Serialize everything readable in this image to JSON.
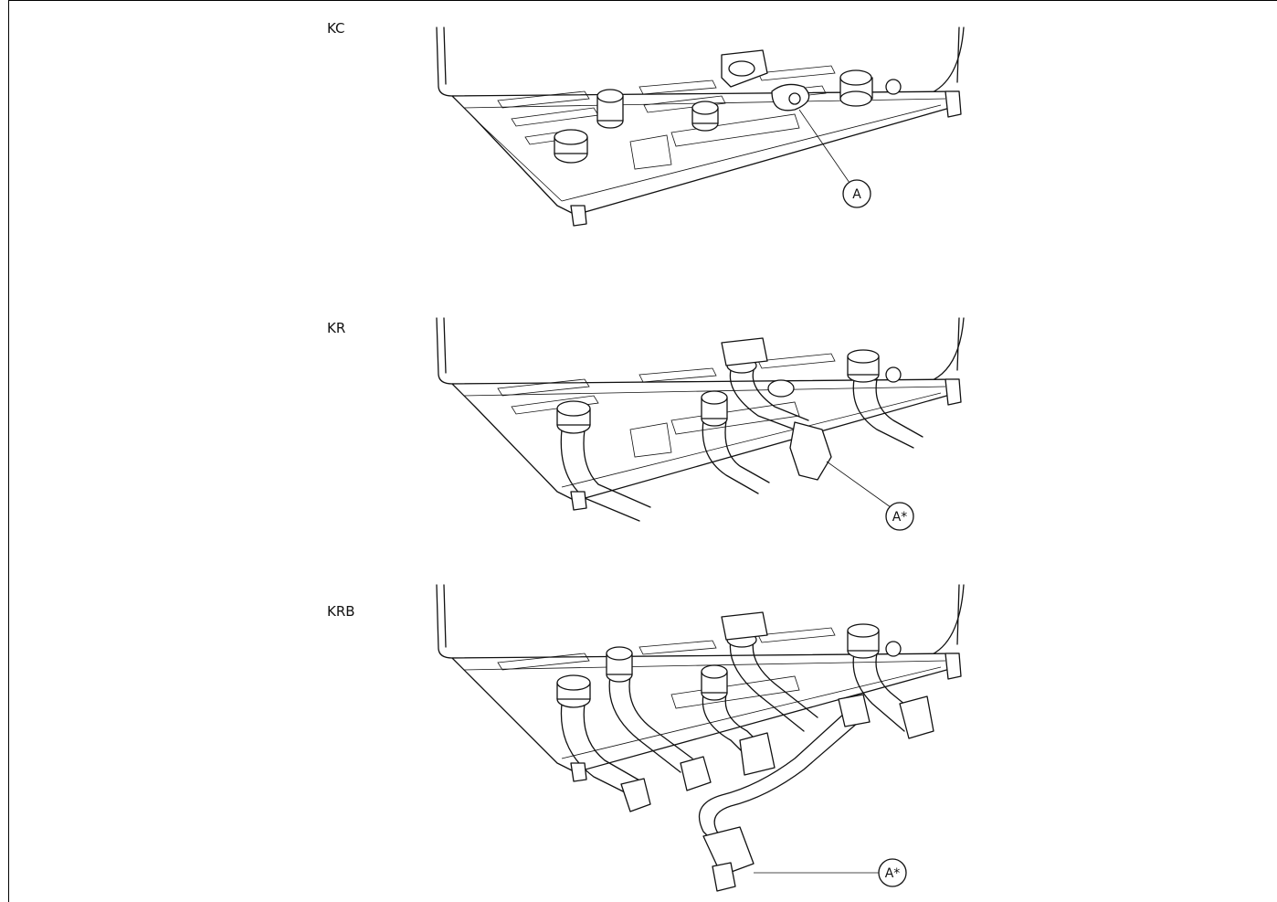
{
  "variants": [
    {
      "label": "KC",
      "callout": "A"
    },
    {
      "label": "KR",
      "callout": "A*"
    },
    {
      "label": "KRB",
      "callout": "A*"
    }
  ]
}
